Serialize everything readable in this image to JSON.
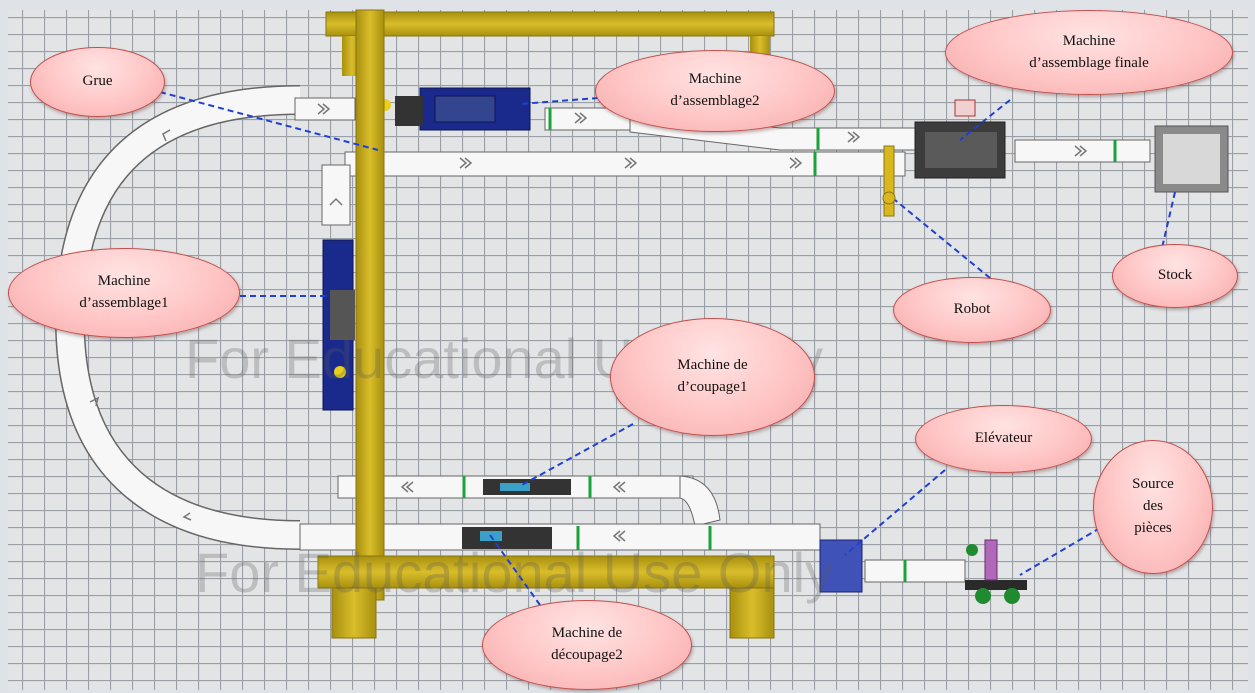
{
  "watermark": "For Educational Use Only",
  "labels": {
    "grue": "Grue",
    "assemblage2": "Machine\nd’assemblage2",
    "assemblage_finale": "Machine\nd’assemblage finale",
    "assemblage1": "Machine\nd’assemblage1",
    "stock": "Stock",
    "robot": "Robot",
    "coupage1": "Machine de\nd’coupage1",
    "elevateur": "Elévateur",
    "source": "Source\ndes\npièces",
    "decoupage2": "Machine de\ndécoupage2"
  },
  "colors": {
    "floor": "#e2e4e6",
    "tile_line": "#9aa0a6",
    "gantry_yellow": "#c9ad1c",
    "machine_blue": "#1a2a8c",
    "conveyor": "#f7f7f7",
    "leader_blue": "#1f3fd6",
    "callout_border": "#c0504d"
  }
}
